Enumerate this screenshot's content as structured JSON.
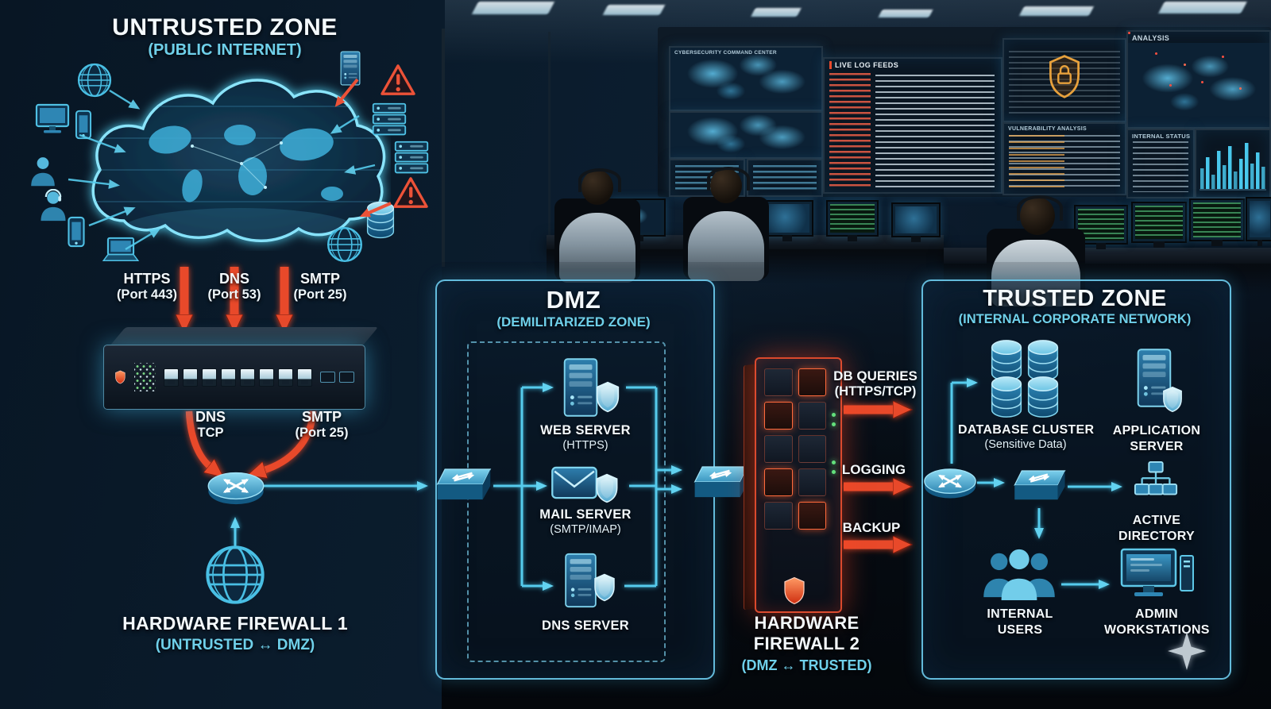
{
  "untrusted_zone": {
    "title": "UNTRUSTED ZONE",
    "subtitle": "(PUBLIC INTERNET)",
    "inbound_flows": [
      {
        "label": "HTTPS",
        "detail": "(Port 443)"
      },
      {
        "label": "DNS",
        "detail": "(Port 53)"
      },
      {
        "label": "SMTP",
        "detail": "(Port 25)"
      }
    ]
  },
  "firewall1": {
    "title": "HARDWARE FIREWALL 1",
    "subtitle": "(UNTRUSTED ↔ DMZ)",
    "egress_flows": [
      {
        "label": "DNS",
        "detail": "TCP"
      },
      {
        "label": "SMTP",
        "detail": "(Port 25)"
      }
    ]
  },
  "dmz": {
    "title": "DMZ",
    "subtitle": "(DEMILITARIZED ZONE)",
    "servers": [
      {
        "name": "WEB SERVER",
        "detail": "(HTTPS)"
      },
      {
        "name": "MAIL SERVER",
        "detail": "(SMTP/IMAP)"
      },
      {
        "name": "DNS SERVER",
        "detail": ""
      }
    ]
  },
  "firewall2": {
    "title": "HARDWARE FIREWALL 2",
    "subtitle": "(DMZ ↔ TRUSTED)",
    "egress_flows": [
      {
        "label": "DB QUERIES",
        "detail": "(HTTPS/TCP)"
      },
      {
        "label": "LOGGING",
        "detail": ""
      },
      {
        "label": "BACKUP",
        "detail": ""
      }
    ]
  },
  "trusted_zone": {
    "title": "TRUSTED ZONE",
    "subtitle": "(INTERNAL CORPORATE NETWORK)",
    "nodes": [
      {
        "name": "DATABASE CLUSTER",
        "detail": "(Sensitive Data)"
      },
      {
        "name": "APPLICATION SERVER",
        "detail": ""
      },
      {
        "name": "ACTIVE DIRECTORY",
        "detail": ""
      },
      {
        "name": "INTERNAL USERS",
        "detail": ""
      },
      {
        "name": "ADMIN WORKSTATIONS",
        "detail": ""
      }
    ]
  },
  "background": {
    "screens": {
      "command_center": "CYBERSECURITY COMMAND CENTER",
      "log_feed": "LIVE LOG FEEDS",
      "analysis": "ANALYSIS",
      "vulnerability": "VULNERABILITY ANALYSIS",
      "status": "INTERNAL STATUS"
    }
  },
  "colors": {
    "accent_cyan": "#5bd0f0",
    "alert_red": "#e8482c",
    "deep_navy": "#0a1a29",
    "text_white": "#f4f9fc"
  }
}
